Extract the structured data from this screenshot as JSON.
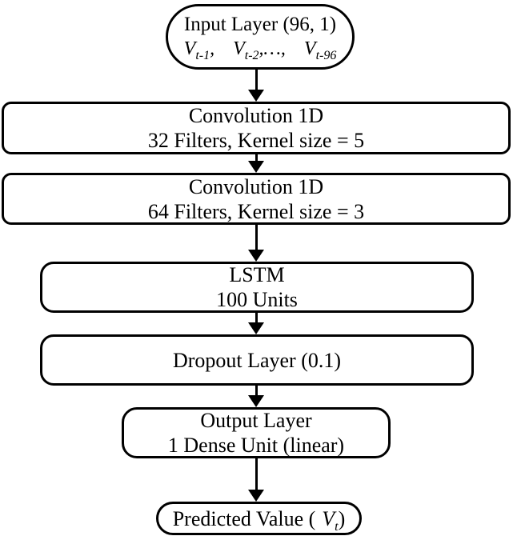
{
  "colors": {
    "stroke": "#000000",
    "background": "#ffffff"
  },
  "nodes": {
    "input": {
      "title": "Input Layer (96, 1)",
      "vars": [
        {
          "base": "V",
          "sub": "t-1",
          "suffix": ","
        },
        {
          "base": "V",
          "sub": "t-2",
          "suffix": ",…,"
        },
        {
          "base": "V",
          "sub": "t-96",
          "suffix": ""
        }
      ]
    },
    "conv1": {
      "line1": "Convolution 1D",
      "line2": "32 Filters, Kernel size = 5"
    },
    "conv2": {
      "line1": "Convolution 1D",
      "line2": "64 Filters, Kernel size = 3"
    },
    "lstm": {
      "line1": "LSTM",
      "line2": "100 Units"
    },
    "dropout": {
      "line1": "Dropout Layer (0.1)"
    },
    "output": {
      "line1": "Output Layer",
      "line2": "1 Dense Unit (linear)"
    },
    "predicted": {
      "prefix": "Predicted Value (",
      "var_base": "V",
      "var_sub": "t",
      "suffix": ")"
    }
  }
}
